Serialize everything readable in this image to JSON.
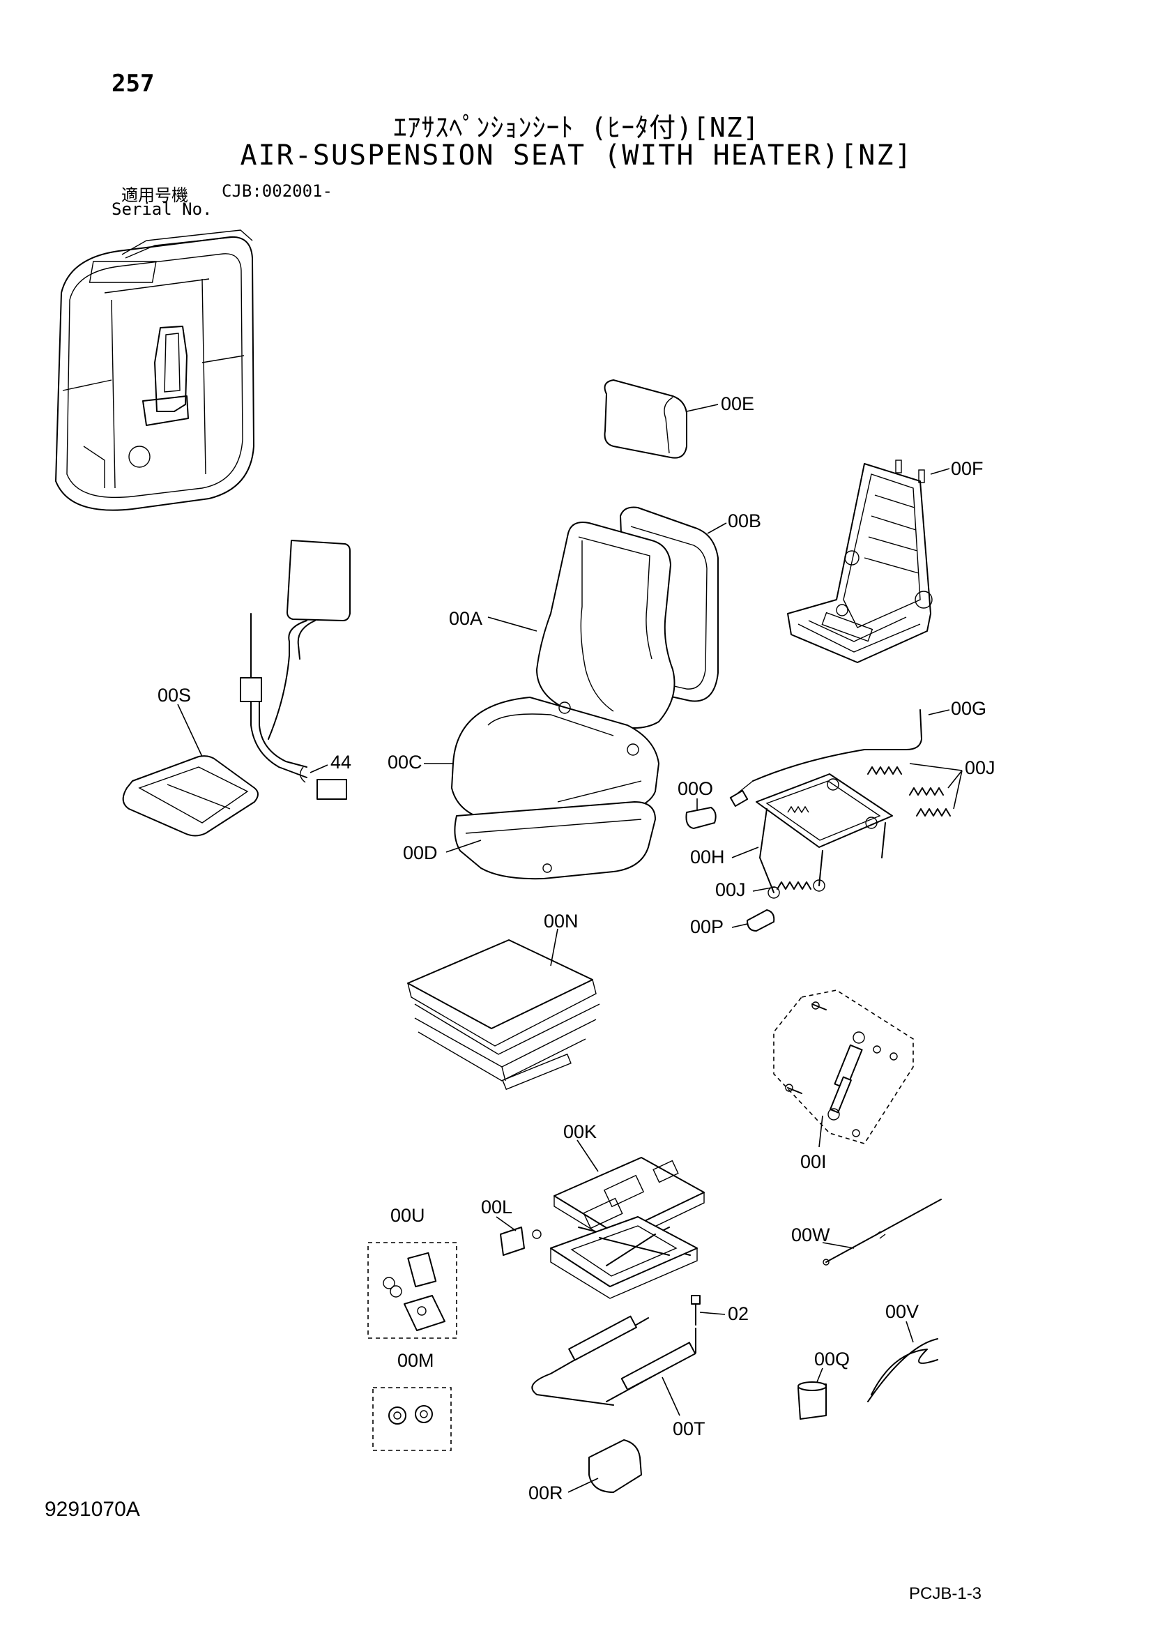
{
  "header": {
    "page_number": "257",
    "title_jp": "ｴｱｻｽﾍﾟﾝｼｮﾝｼｰﾄ (ﾋｰﾀ付)[NZ]",
    "title_en": "AIR-SUSPENSION SEAT (WITH HEATER)[NZ]",
    "serial_label_jp": "適用号機",
    "serial_value": "CJB:002001-",
    "serial_label_en": "Serial No."
  },
  "callouts": {
    "c00E": "00E",
    "c00F": "00F",
    "c00B": "00B",
    "c00A": "00A",
    "c00S": "00S",
    "c44": "44",
    "c00C": "00C",
    "c00G": "00G",
    "c00J1": "00J",
    "c00O": "00O",
    "c00D": "00D",
    "c00H": "00H",
    "c00J2": "00J",
    "c00P": "00P",
    "c00N": "00N",
    "c00I": "00I",
    "c00K": "00K",
    "c00U": "00U",
    "c00L": "00L",
    "c00W": "00W",
    "c02": "02",
    "c00V": "00V",
    "c00M": "00M",
    "c00Q": "00Q",
    "c00T": "00T",
    "c00R": "00R"
  },
  "footer": {
    "drawing_number": "9291070A",
    "sheet_code": "PCJB-1-3"
  }
}
